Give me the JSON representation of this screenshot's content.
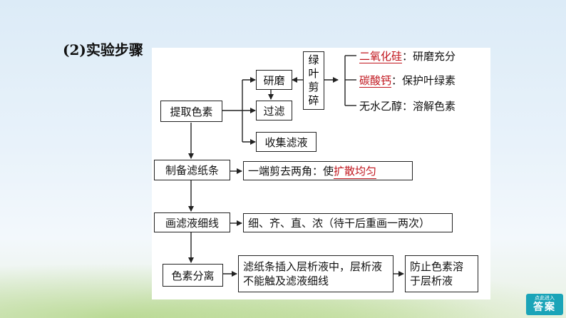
{
  "heading": "(2)实验步骤",
  "steps": {
    "extract": "提取色素",
    "filter_paper": "制备滤纸条",
    "draw_line": "画滤液细线",
    "separate": "色素分离"
  },
  "extract_sub": {
    "grind": "研磨",
    "filter": "过滤",
    "collect": "收集滤液"
  },
  "leaf_cut": [
    "绿",
    "叶",
    "剪",
    "碎"
  ],
  "reagents": [
    {
      "name": "二氧化硅",
      "sep": "：",
      "desc": "研磨充分"
    },
    {
      "name": "碳酸钙",
      "sep": "：",
      "desc": "保护叶绿素"
    },
    {
      "name": "无水乙醇",
      "sep": "：",
      "desc": "溶解色素"
    }
  ],
  "filter_paper_note": {
    "prefix": "一端剪去两角：使",
    "highlight": "扩散均匀"
  },
  "draw_line_note": "细、齐、直、浓（待干后重画一两次）",
  "separate_note": "滤纸条插入层析液中，层析液不能触及滤液细线",
  "separate_result": "防止色素溶于层析液",
  "badge": {
    "small": "点此进入",
    "big": "答案"
  },
  "colors": {
    "highlight": "#c0141c",
    "badge": "#1aa4b8"
  }
}
